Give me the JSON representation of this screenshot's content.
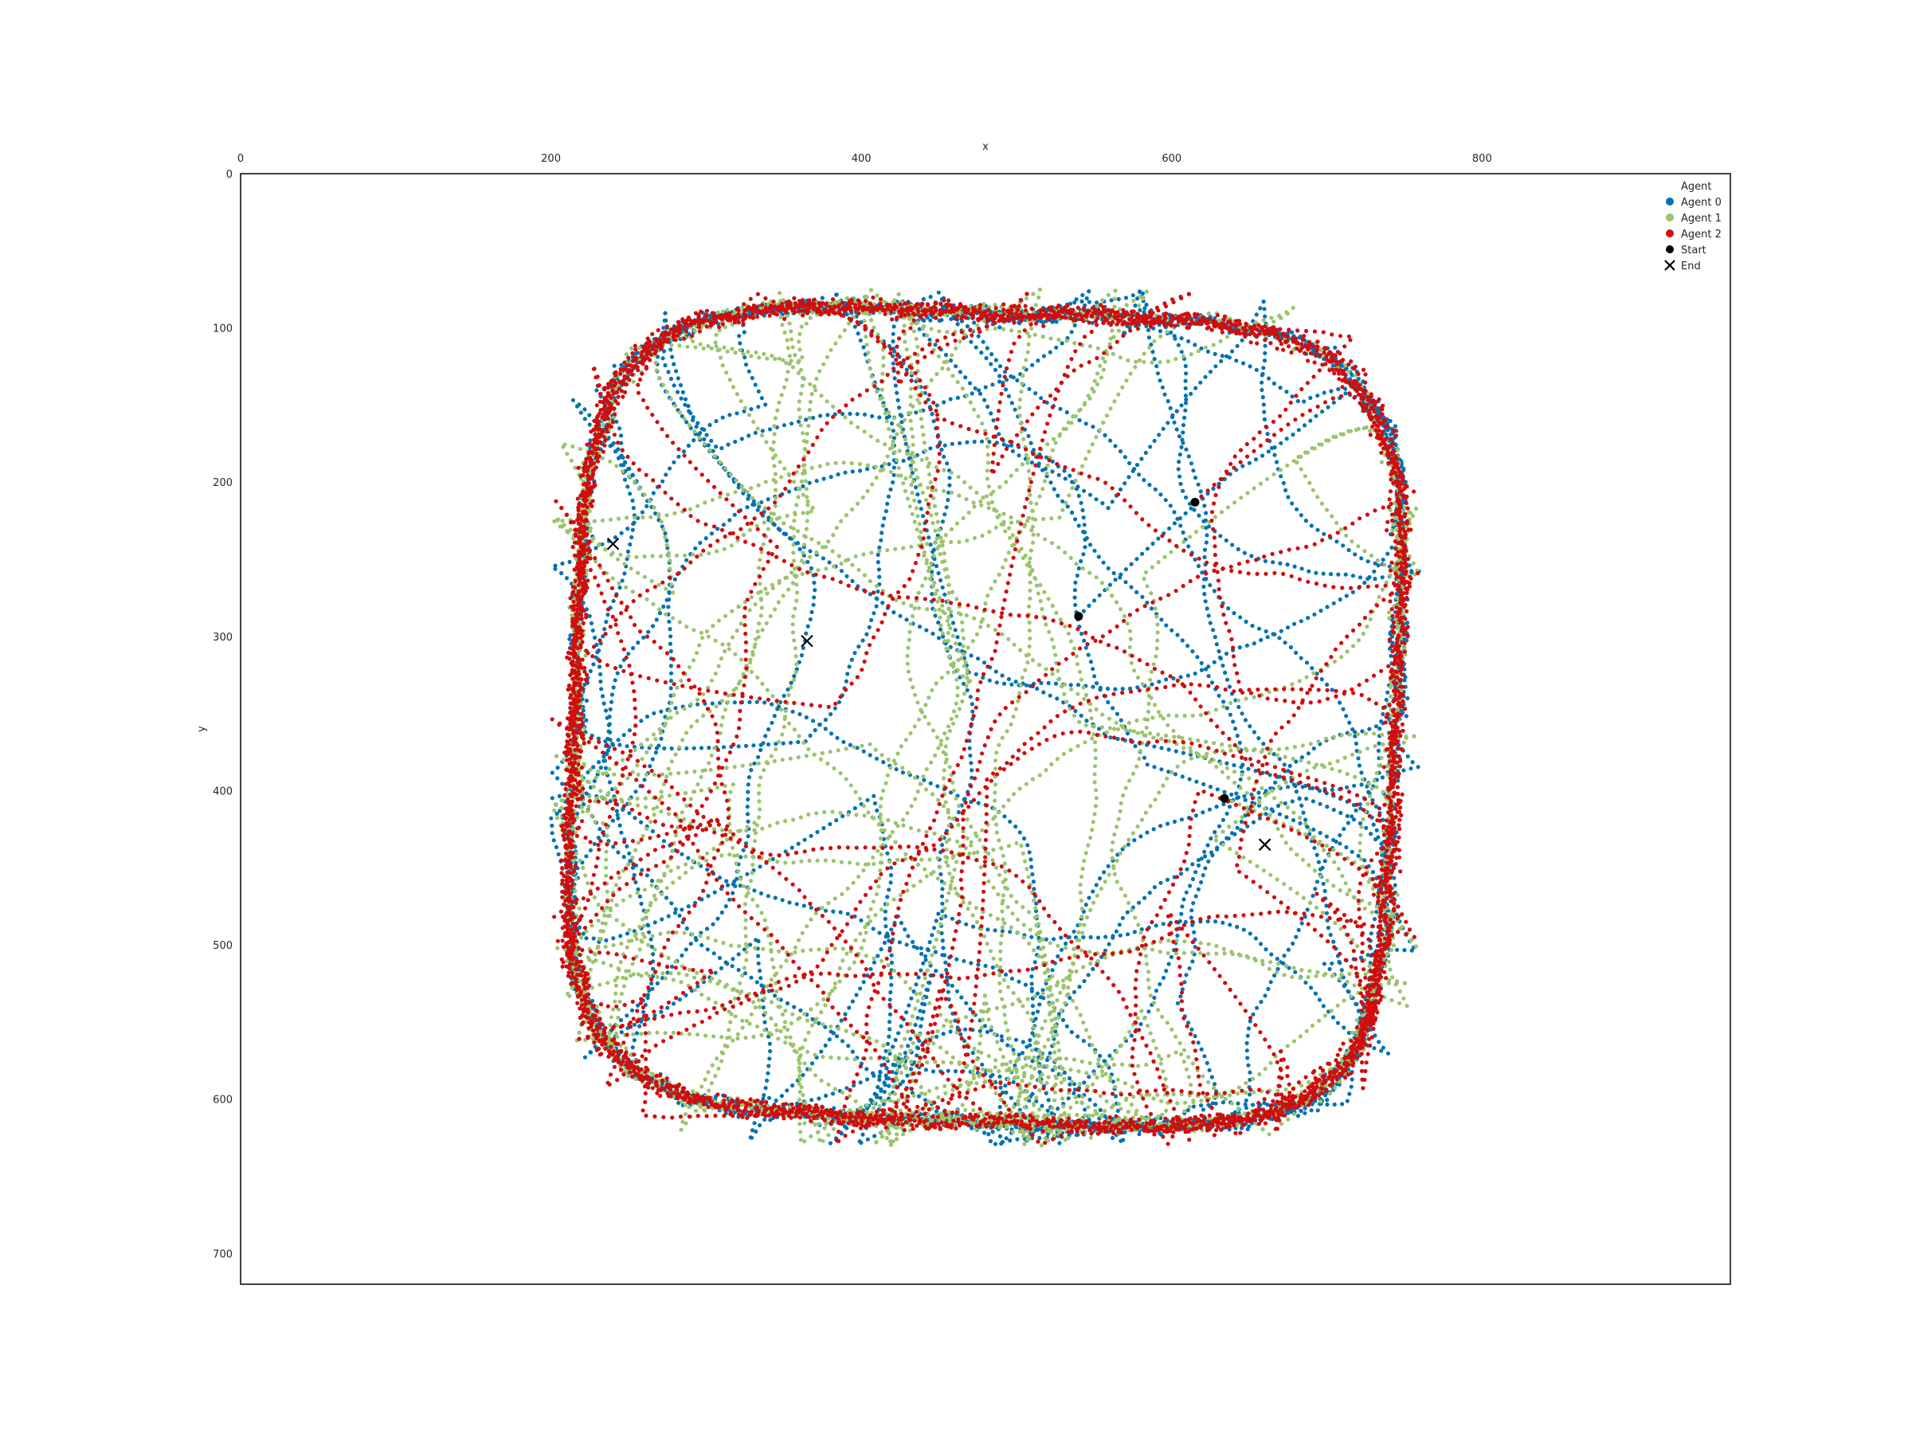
{
  "chart_data": {
    "type": "scatter",
    "title": "",
    "xlabel": "x",
    "ylabel": "y",
    "xlim": [
      0,
      960
    ],
    "ylim": [
      720,
      0
    ],
    "x_ticks": [
      0,
      200,
      400,
      600,
      800
    ],
    "y_ticks": [
      0,
      100,
      200,
      300,
      400,
      500,
      600,
      700
    ],
    "x_axis_position": "top",
    "y_axis_inverted": true,
    "grid": false,
    "legend": {
      "title": "Agent",
      "placement": "top-right",
      "entries": [
        "Agent 0",
        "Agent 1",
        "Agent 2",
        "Start",
        "End"
      ]
    },
    "arena": {
      "x_range": [
        200,
        760
      ],
      "y_range": [
        75,
        630
      ]
    },
    "series": [
      {
        "name": "Agent 0",
        "color": "#0072b2",
        "marker": "circle"
      },
      {
        "name": "Agent 1",
        "color": "#9bc46d",
        "marker": "circle"
      },
      {
        "name": "Agent 2",
        "color": "#d10d0d",
        "marker": "circle"
      }
    ],
    "start_points": [
      {
        "agent": "Agent 0",
        "x": 540,
        "y": 287
      },
      {
        "agent": "Agent 1",
        "x": 634,
        "y": 405
      },
      {
        "agent": "Agent 2",
        "x": 615,
        "y": 213
      }
    ],
    "end_points": [
      {
        "agent": "Agent 0",
        "x": 365,
        "y": 303
      },
      {
        "agent": "Agent 1",
        "x": 660,
        "y": 435
      },
      {
        "agent": "Agent 2",
        "x": 240,
        "y": 240
      }
    ],
    "marker_colors": {
      "start": "#000000",
      "end": "#000000"
    }
  }
}
